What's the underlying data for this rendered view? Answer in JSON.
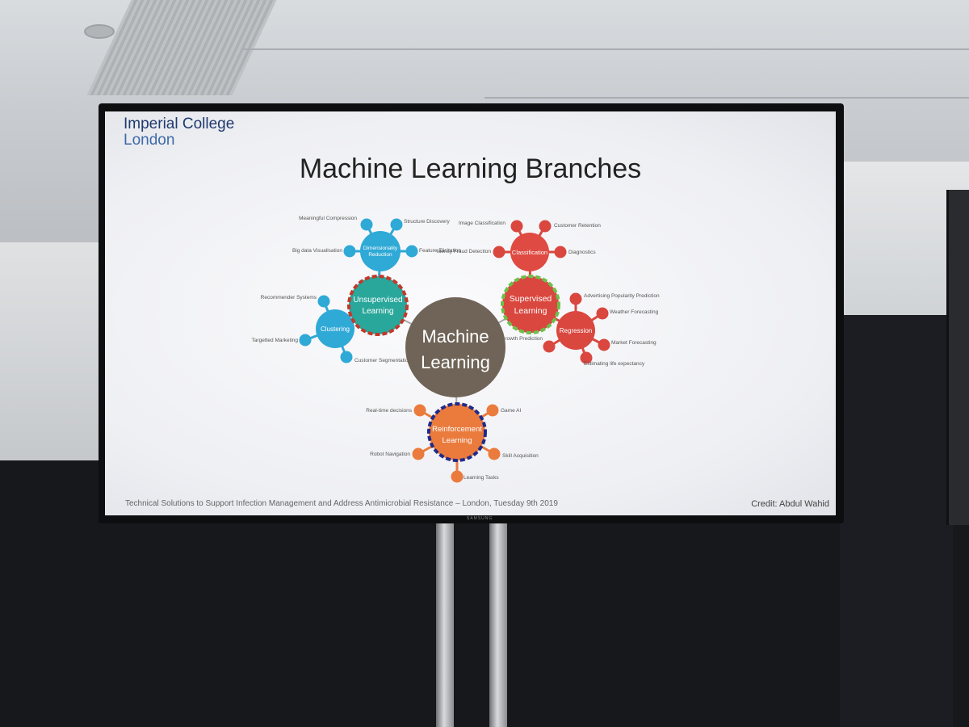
{
  "slide": {
    "brand_line1": "Imperial College",
    "brand_line2": "London",
    "title": "Machine Learning Branches",
    "footer_left": "Technical Solutions to Support Infection Management and Address Antimicrobial Resistance – London, Tuesday 9th 2019",
    "footer_right": "Credit: Abdul Wahid"
  },
  "monitor_brand": "SAMSUNG",
  "diagram": {
    "center": {
      "line1": "Machine",
      "line2": "Learning",
      "color": "#6f6457"
    },
    "unsupervised": {
      "line1": "Unsupervised",
      "line2": "Learning",
      "color": "#2aa79b",
      "ring": "#c0392b"
    },
    "dimensionality": {
      "line1": "Dimensionality",
      "line2": "Reduction",
      "color": "#2fa9d6"
    },
    "dimensionality_leaves": [
      "Meaningful Compression",
      "Structure Discovery",
      "Big data Visualisation",
      "Feature Elicitation"
    ],
    "clustering": {
      "label": "Clustering",
      "color": "#2fa9d6"
    },
    "clustering_leaves": [
      "Recommender Systems",
      "Targetted Marketing",
      "Customer Segmentation"
    ],
    "supervised": {
      "line1": "Supervised",
      "line2": "Learning",
      "color": "#d9473f",
      "ring": "#6cc04a"
    },
    "classification": {
      "label": "Classification",
      "color": "#df4a42"
    },
    "classification_leaves": [
      "Image Classification",
      "Customer Retention",
      "Idenity Fraud Detection",
      "Diagnostics"
    ],
    "regression": {
      "label": "Regression",
      "color": "#d9473f"
    },
    "regression_leaves": [
      "Advertising Popularity Prediction",
      "Weather Forecasting",
      "Market Forecasting",
      "Estimating life expectancy",
      "Population Growth Prediction"
    ],
    "reinforcement": {
      "line1": "Reinforcement",
      "line2": "Learning",
      "color": "#ea7b3d",
      "ring": "#1f2a8a"
    },
    "reinforcement_leaves": [
      "Real-time decisions",
      "Game AI",
      "Robot Navigation",
      "Skill Acquisition",
      "Learning Tasks"
    ]
  }
}
